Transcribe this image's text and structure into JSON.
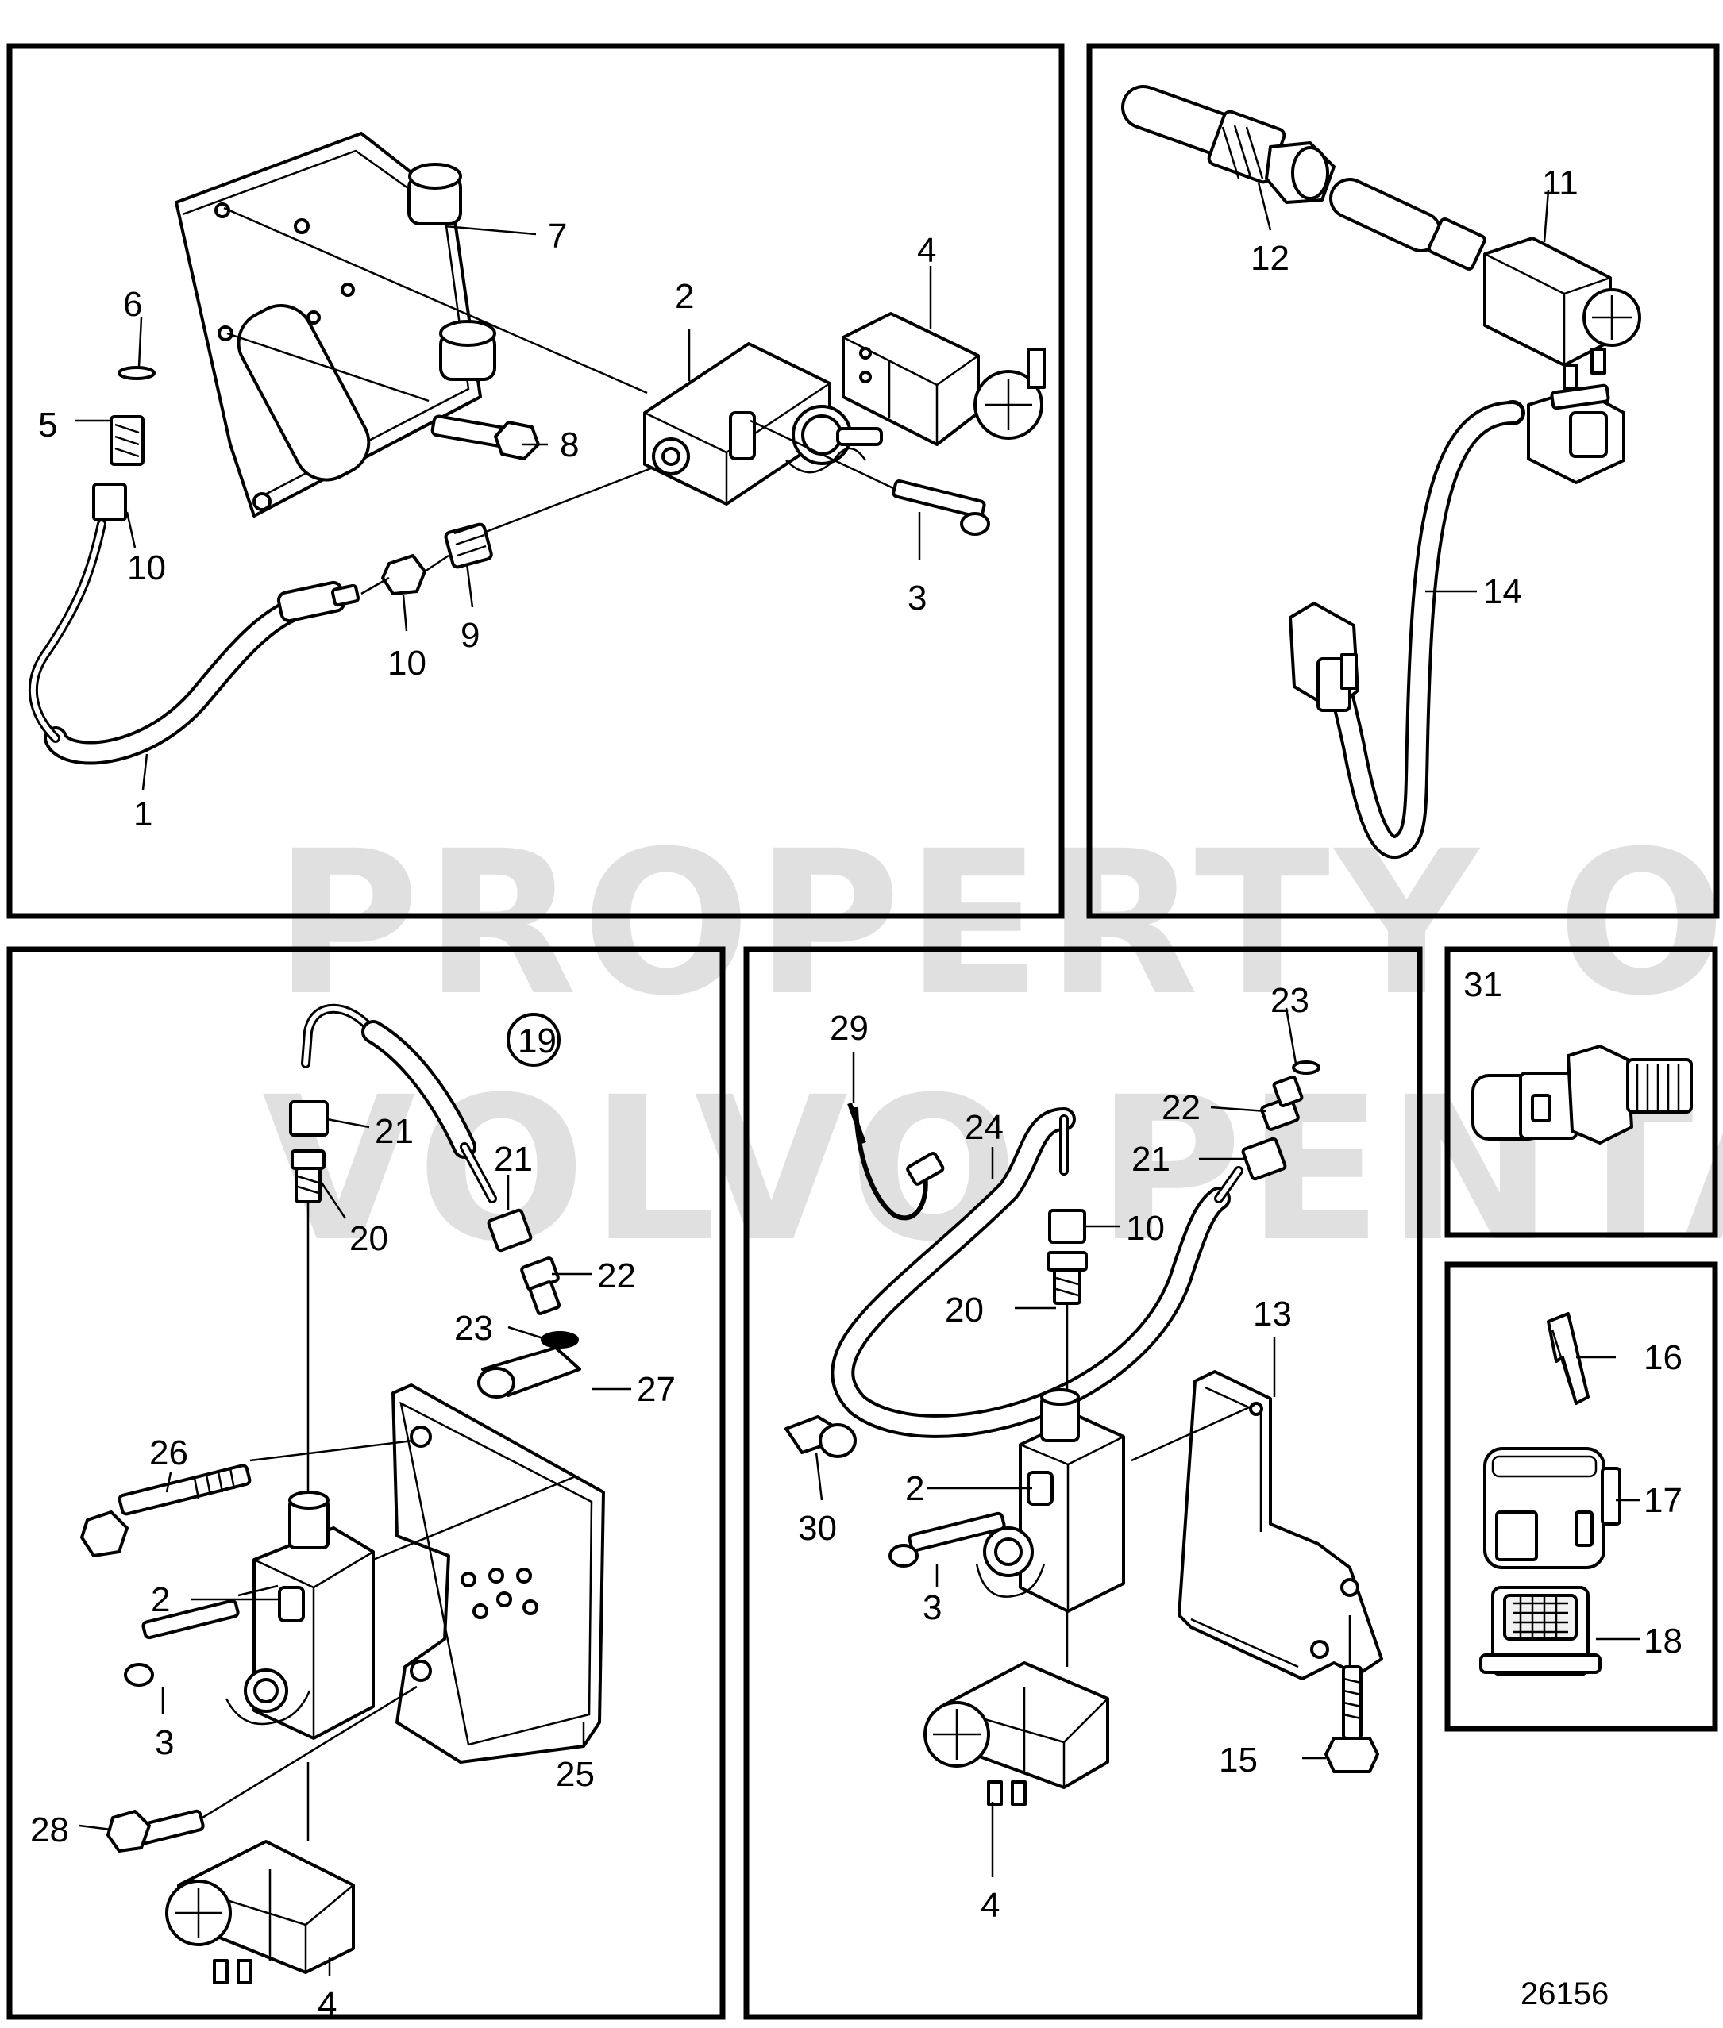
{
  "watermark": {
    "line1": "PROPERTY OF",
    "line2": "VOLVO PENTA"
  },
  "figure_number": "26156",
  "panels": {
    "top_left": {
      "callouts": [
        "1",
        "2",
        "3",
        "4",
        "5",
        "6",
        "7",
        "8",
        "9",
        "10",
        "10"
      ]
    },
    "top_right": {
      "callouts": [
        "11",
        "12",
        "14"
      ]
    },
    "bottom_left": {
      "callouts": [
        "2",
        "3",
        "4",
        "19",
        "20",
        "21",
        "21",
        "22",
        "23",
        "25",
        "26",
        "27",
        "28"
      ]
    },
    "bottom_middle": {
      "callouts": [
        "2",
        "3",
        "4",
        "10",
        "13",
        "15",
        "20",
        "21",
        "22",
        "23",
        "24",
        "29",
        "30"
      ]
    },
    "small_right_top": {
      "callouts": [
        "31"
      ]
    },
    "small_right_bottom": {
      "callouts": [
        "16",
        "17",
        "18"
      ]
    }
  }
}
